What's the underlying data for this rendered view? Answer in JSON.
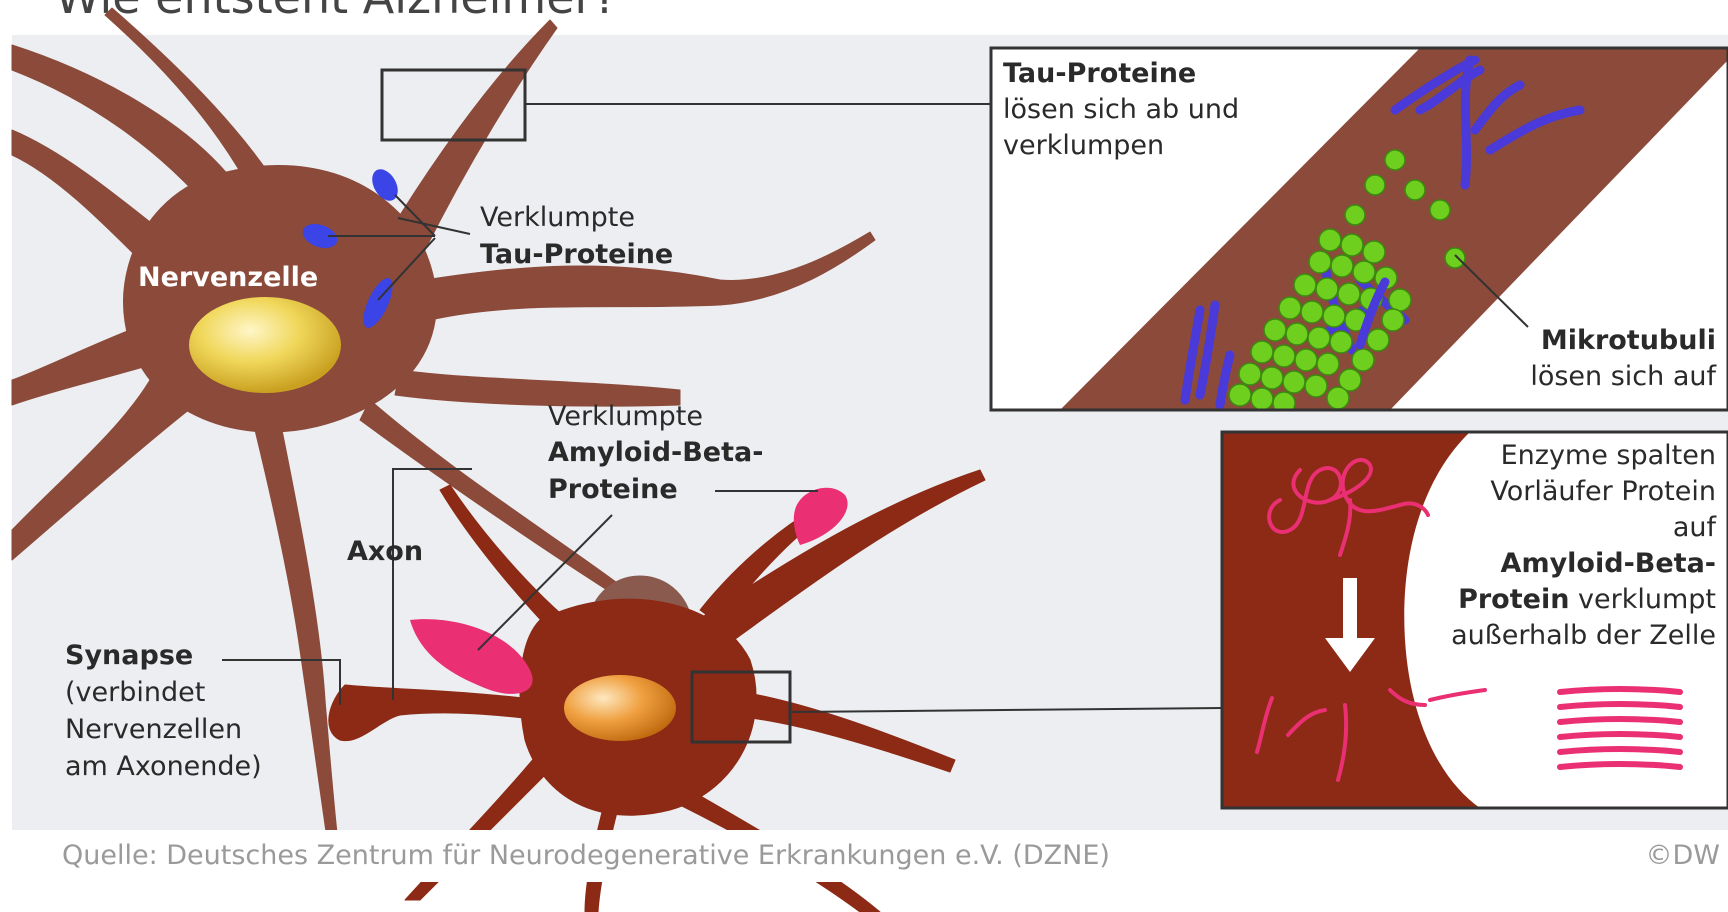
{
  "title": "Wie entsteht Alzheimer?",
  "labels": {
    "nervenzelle": "Nervenzelle",
    "verklumpte_1": "Verklumpte",
    "tau_proteine_1": "Tau-Proteine",
    "verklumpte_2": "Verklumpte",
    "amyloid_beta_1": "Amyloid-Beta-",
    "proteine": "Proteine",
    "axon": "Axon",
    "synapse": "Synapse",
    "synapse_desc_1": "(verbindet",
    "synapse_desc_2": "Nervenzellen",
    "synapse_desc_3": "am Axonende)"
  },
  "tau_box": {
    "heading": "Tau-Proteine",
    "line1": "lösen sich ab und",
    "line2": "verklumpen",
    "mikrotubuli": "Mikrotubuli",
    "mikrotubuli_desc": "lösen sich auf"
  },
  "amyloid_box": {
    "line1": "Enzyme spalten",
    "line2": "Vorläufer Protein",
    "line3": "auf",
    "line4": "Amyloid-Beta-",
    "line5_bold": "Protein",
    "line5_rest": " verklumpt",
    "line6": "außerhalb der Zelle"
  },
  "source": "Quelle: Deutsches Zentrum für Neurodegenerative Erkrankungen e.V. (DZNE)",
  "copyright": "©DW",
  "colors": {
    "cell_upper": "#8b4a3a",
    "cell_lower": "#8c2a16",
    "tau_blue": "#3b44e6",
    "microtubule_green": "#6fcf1e",
    "amyloid_pink": "#ea2f73",
    "nucleus_yellow": "#e2c43c",
    "nucleus_orange": "#e8902a",
    "panel_bg": "#eceef1"
  }
}
